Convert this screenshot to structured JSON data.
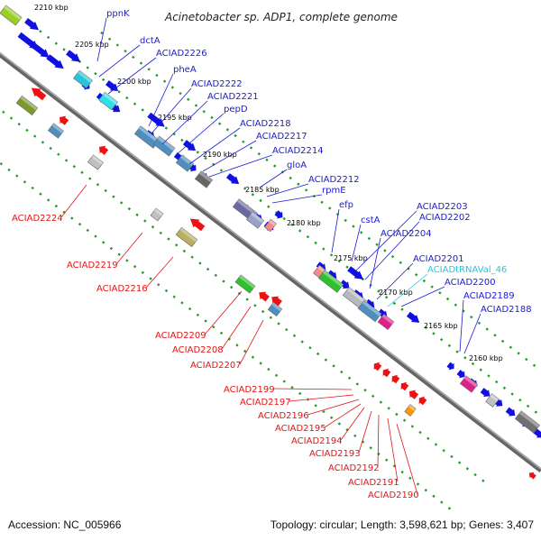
{
  "title": "Acinetobacter sp. ADP1, complete genome",
  "footer": {
    "accession": "Accession: NC_005966",
    "summary": "Topology: circular; Length: 3,598,621 bp; Genes: 3,407"
  },
  "scale_ticks": [
    "2210 kbp",
    "2205 kbp",
    "2200 kbp",
    "2195 kbp",
    "2190 kbp",
    "2185 kbp",
    "2180 kbp",
    "2175 kbp",
    "2170 kbp",
    "2165 kbp",
    "2160 kbp"
  ],
  "genes_forward": [
    {
      "name": "ppnK",
      "color": "blue"
    },
    {
      "name": "dctA",
      "color": "blue"
    },
    {
      "name": "ACIAD2226",
      "color": "blue"
    },
    {
      "name": "pheA",
      "color": "blue"
    },
    {
      "name": "ACIAD2222",
      "color": "blue"
    },
    {
      "name": "ACIAD2221",
      "color": "blue"
    },
    {
      "name": "pepD",
      "color": "blue"
    },
    {
      "name": "ACIAD2218",
      "color": "blue"
    },
    {
      "name": "ACIAD2217",
      "color": "blue"
    },
    {
      "name": "ACIAD2214",
      "color": "blue"
    },
    {
      "name": "gloA",
      "color": "blue"
    },
    {
      "name": "ACIAD2212",
      "color": "blue"
    },
    {
      "name": "rpmE",
      "color": "blue"
    },
    {
      "name": "efp",
      "color": "blue"
    },
    {
      "name": "cstA",
      "color": "blue"
    },
    {
      "name": "ACIAD2203",
      "color": "blue"
    },
    {
      "name": "ACIAD2202",
      "color": "blue"
    },
    {
      "name": "ACIAD2204",
      "color": "blue"
    },
    {
      "name": "ACIAD2201",
      "color": "blue"
    },
    {
      "name": "ACIADtRNAVal_46",
      "color": "cyan"
    },
    {
      "name": "ACIAD2200",
      "color": "blue"
    },
    {
      "name": "ACIAD2189",
      "color": "blue"
    },
    {
      "name": "ACIAD2188",
      "color": "blue"
    }
  ],
  "genes_reverse": [
    {
      "name": "ACIAD2224",
      "color": "red"
    },
    {
      "name": "ACIAD2219",
      "color": "red"
    },
    {
      "name": "ACIAD2216",
      "color": "red"
    },
    {
      "name": "ACIAD2209",
      "color": "red"
    },
    {
      "name": "ACIAD2208",
      "color": "red"
    },
    {
      "name": "ACIAD2207",
      "color": "red"
    },
    {
      "name": "ACIAD2199",
      "color": "red"
    },
    {
      "name": "ACIAD2197",
      "color": "red"
    },
    {
      "name": "ACIAD2196",
      "color": "red"
    },
    {
      "name": "ACIAD2195",
      "color": "red"
    },
    {
      "name": "ACIAD2194",
      "color": "red"
    },
    {
      "name": "ACIAD2193",
      "color": "red"
    },
    {
      "name": "ACIAD2192",
      "color": "red"
    },
    {
      "name": "ACIAD2191",
      "color": "red"
    },
    {
      "name": "ACIAD2190",
      "color": "red"
    }
  ],
  "colors": {
    "backbone": "#777777",
    "forward_cds": "#1010e0",
    "reverse_cds": "#ee1111",
    "trna": "#26c6e0",
    "dots": "#229922",
    "label_blue": "#1a1ad6",
    "label_red": "#e41414"
  }
}
